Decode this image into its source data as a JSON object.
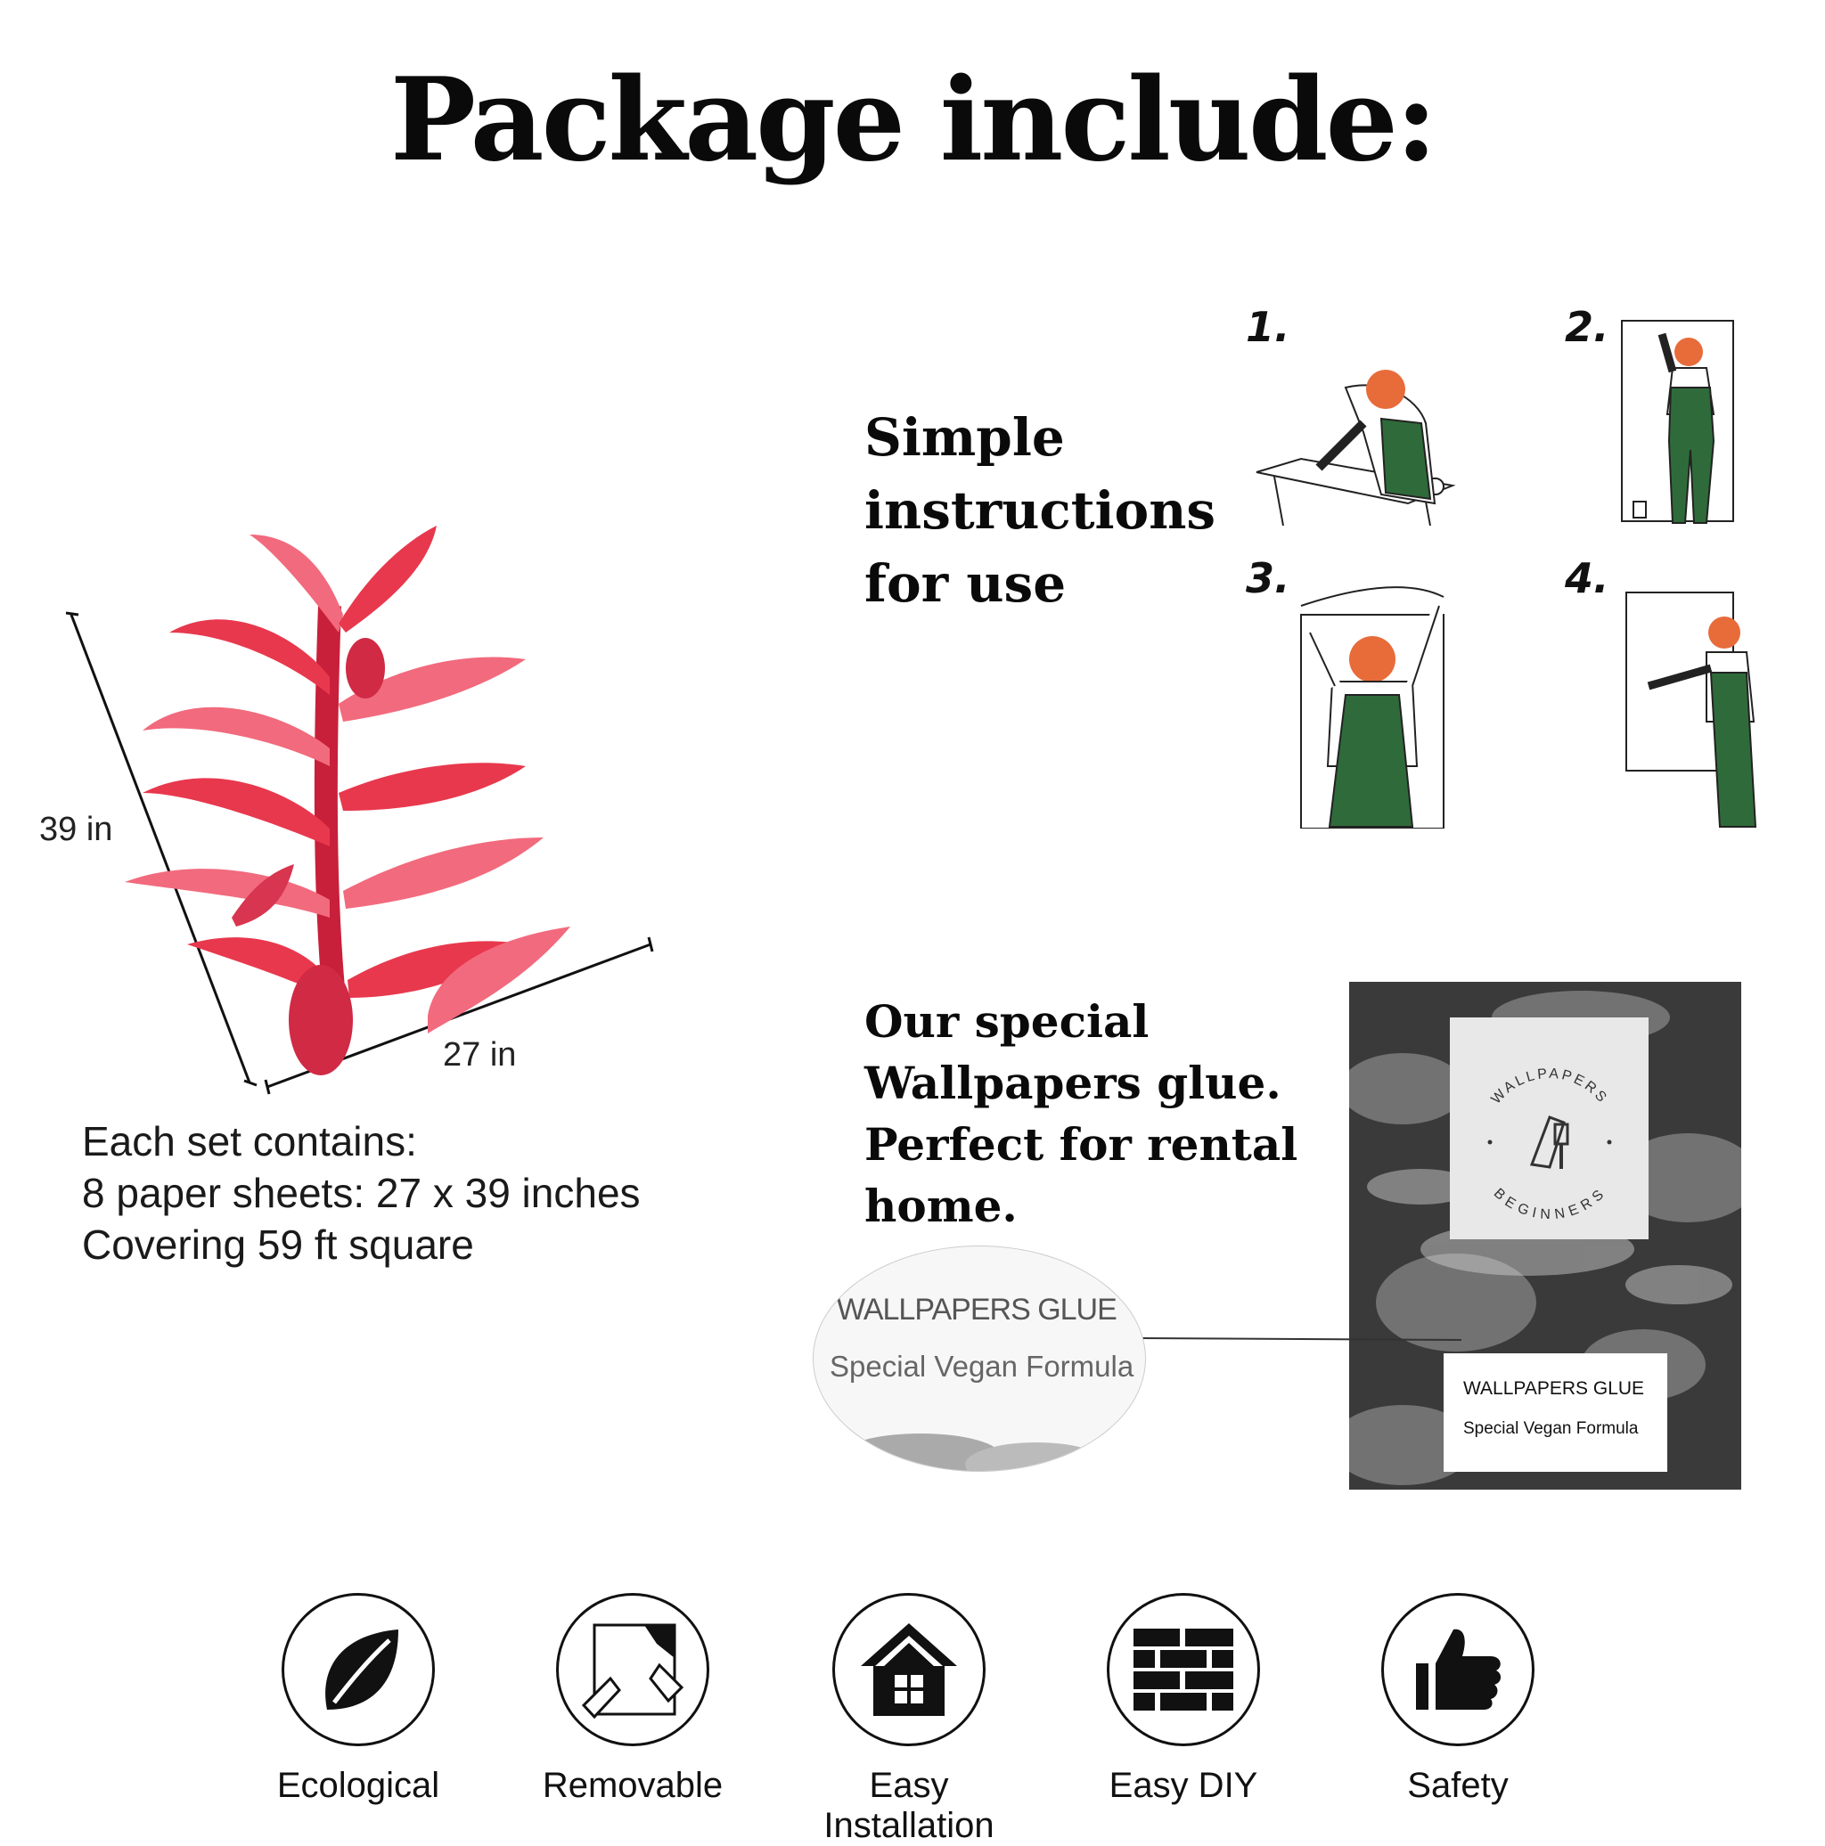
{
  "title": "Package include:",
  "wallpaper": {
    "height_label": "39 in",
    "width_label": "27 in",
    "set_info": [
      "Each set contains:",
      "8 paper sheets: 27 x 39 inches",
      "Covering 59 ft square"
    ]
  },
  "instructions": {
    "title_lines": [
      "Simple",
      "instructions",
      "for use"
    ],
    "steps": [
      "1.",
      "2.",
      "3.",
      "4."
    ]
  },
  "glue": {
    "title_lines": [
      "Our special",
      "Wallpapers glue.",
      "Perfect for rental",
      "home."
    ],
    "sticker_top": "WALLPAPERS",
    "sticker_bottom": "BEGINNERS",
    "label_line1": "WALLPAPERS GLUE",
    "label_line2": "Special Vegan Formula",
    "zoom_line1": "WALLPAPERS GLUE",
    "zoom_line2": "Special  Vegan  Formula"
  },
  "features": [
    {
      "label": "Ecological",
      "icon": "leaf-icon"
    },
    {
      "label": "Removable",
      "icon": "peel-icon"
    },
    {
      "label": "Easy Installation",
      "icon": "house-icon"
    },
    {
      "label": "Easy DIY",
      "icon": "bricks-icon"
    },
    {
      "label": "Safety",
      "icon": "thumbs-up-icon"
    }
  ],
  "colors": {
    "leaf_red": "#e8384d",
    "leaf_light": "#f26a7d",
    "overall_green": "#2f6b3a",
    "hair_orange": "#e86b3a"
  }
}
